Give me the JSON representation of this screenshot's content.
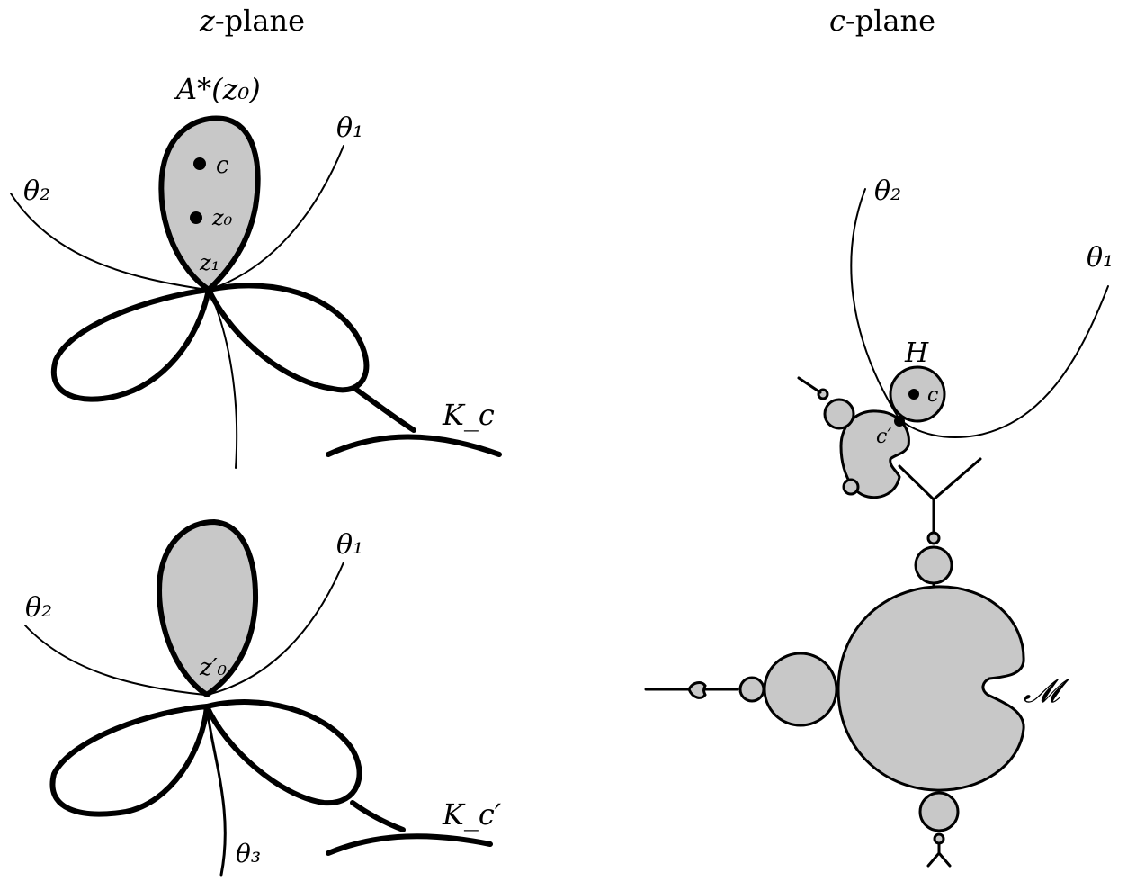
{
  "headings": {
    "left_var": "z",
    "left_rest": "-plane",
    "right_var": "c",
    "right_rest": "-plane"
  },
  "top_left": {
    "basin_label": "A*(z₀)",
    "point_c": "c",
    "point_z0": "z₀",
    "point_z1": "z₁",
    "ray_theta1": "θ₁",
    "ray_theta2": "θ₂",
    "julia_label": "K_c"
  },
  "bottom_left": {
    "point_z0_prime": "z′₀",
    "ray_theta1": "θ₁",
    "ray_theta2": "θ₂",
    "ray_theta3": "θ₃",
    "julia_label": "K_c′"
  },
  "right": {
    "ray_theta1": "θ₁",
    "ray_theta2": "θ₂",
    "component_label": "H",
    "point_c": "c",
    "point_c_prime": "c′",
    "mandelbrot_label": "𝓜"
  },
  "colors": {
    "fill_gray": "#c8c8c8",
    "stroke": "#000000"
  }
}
